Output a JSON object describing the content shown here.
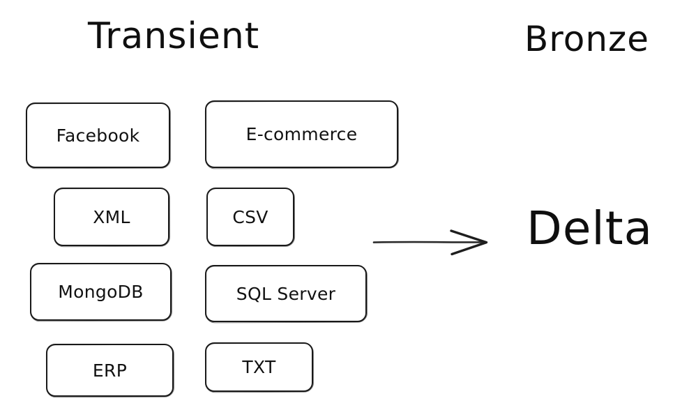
{
  "diagram": {
    "background_color": "#ffffff",
    "stroke_color": "#191919",
    "text_color": "#0f0f0f",
    "style": "hand-drawn-sketch"
  },
  "headings": {
    "left_stage": "Transient",
    "right_stage": "Bronze"
  },
  "source_boxes": [
    {
      "label": "Facebook"
    },
    {
      "label": "E-commerce"
    },
    {
      "label": "XML"
    },
    {
      "label": "CSV"
    },
    {
      "label": "MongoDB"
    },
    {
      "label": "SQL Server"
    },
    {
      "label": "ERP"
    },
    {
      "label": "TXT"
    }
  ],
  "arrow": {
    "icon": "arrow-right-icon",
    "direction": "right"
  },
  "target": {
    "label": "Delta"
  }
}
